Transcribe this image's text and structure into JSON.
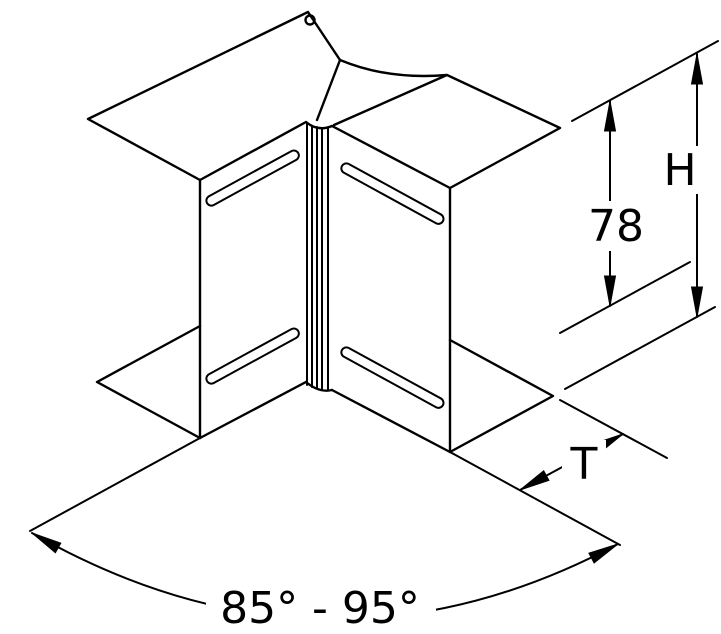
{
  "page": {
    "background": "#ffffff",
    "line_color": "#000000"
  },
  "drawing": {
    "labels": {
      "profile_height": "78",
      "total_height": "H",
      "depth": "T",
      "angle_range": "85° - 95°"
    }
  }
}
